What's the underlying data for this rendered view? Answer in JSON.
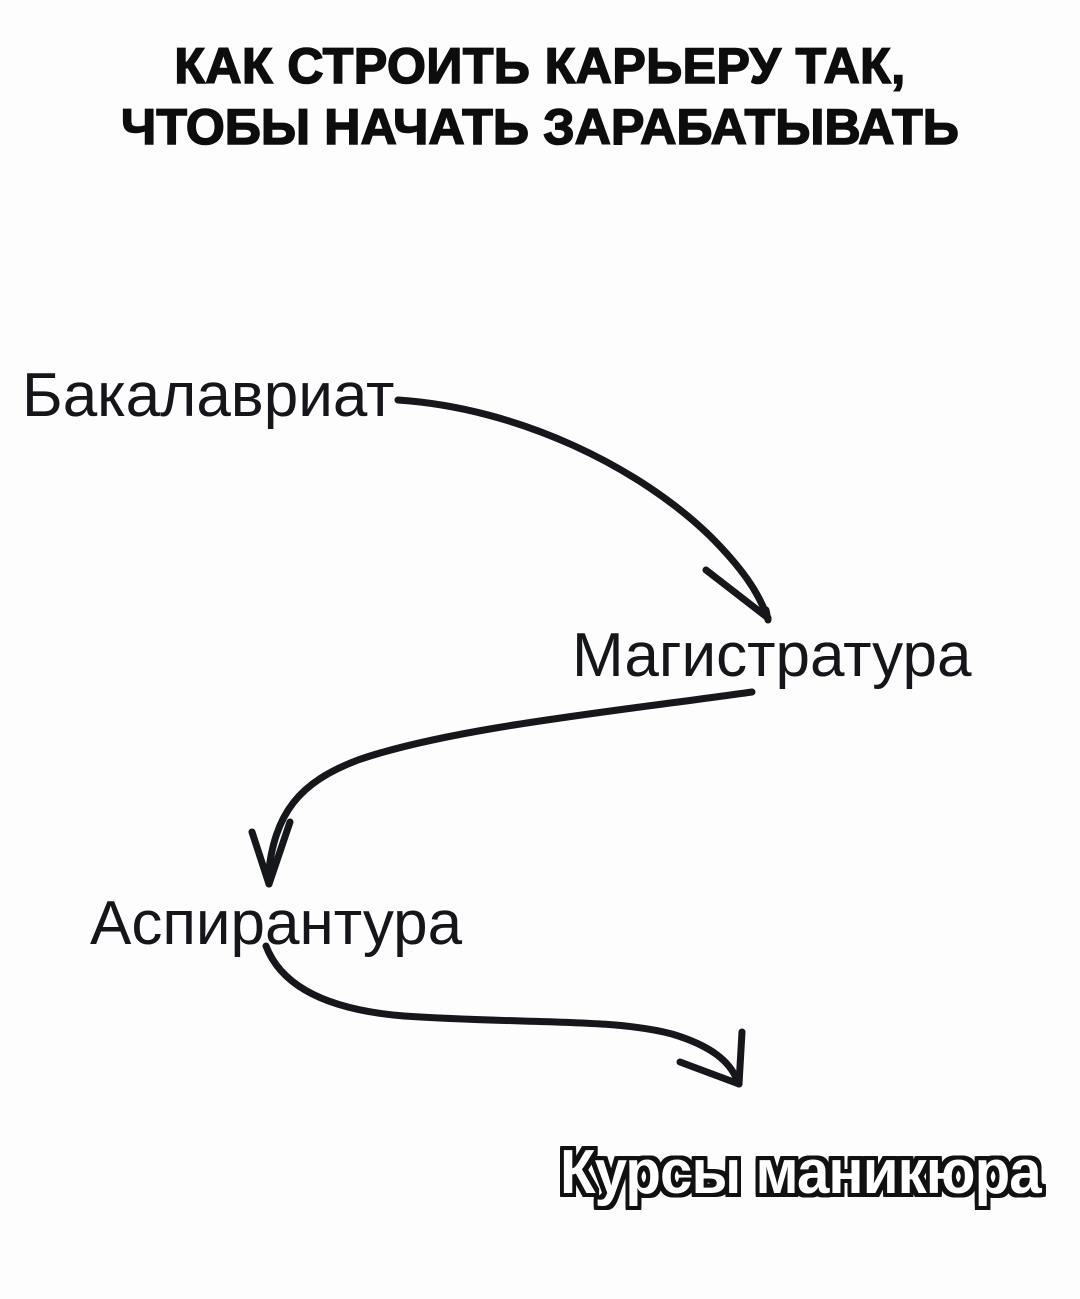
{
  "meme": {
    "background_color": "#fdfdfd",
    "ink_color": "#16171b",
    "punchline_fill_color": "#ffffff",
    "punchline_outline_color": "#111111"
  },
  "title": {
    "line1": "КАК СТРОИТЬ КАРЬЕРУ ТАК,",
    "line2": "ЧТОБЫ НАЧАТЬ ЗАРАБАТЫВАТЬ"
  },
  "flow": {
    "nodes": [
      {
        "id": "bachelor",
        "label": "Бакалавриат"
      },
      {
        "id": "master",
        "label": "Магистратура"
      },
      {
        "id": "phd",
        "label": "Аспирантура"
      },
      {
        "id": "manicure",
        "label": "Курсы маникюра"
      }
    ],
    "arrows": [
      {
        "id": "bachelor-to-master",
        "from": "bachelor",
        "to": "master"
      },
      {
        "id": "master-to-phd",
        "from": "master",
        "to": "phd"
      },
      {
        "id": "phd-to-manicure",
        "from": "phd",
        "to": "manicure"
      }
    ]
  }
}
